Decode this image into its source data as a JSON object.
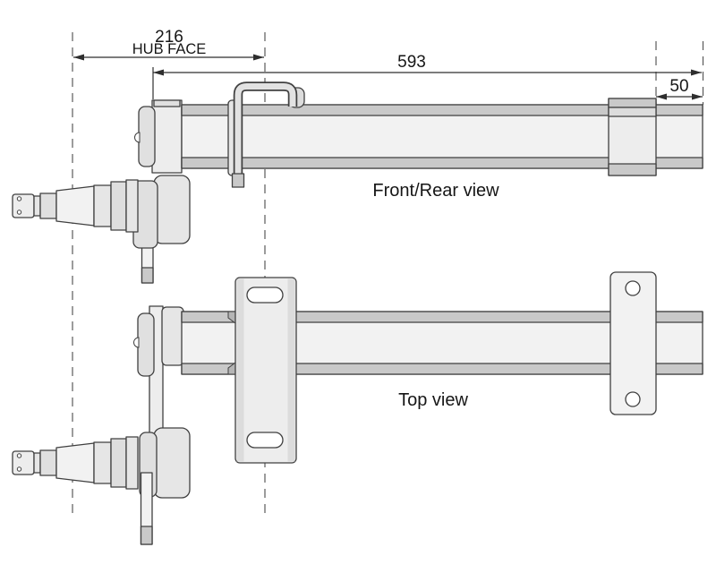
{
  "drawing": {
    "subject": "axle-assembly-technical-drawing",
    "views": {
      "front": {
        "label": "Front/Rear view"
      },
      "top": {
        "label": "Top view"
      }
    },
    "dimensions": {
      "hub_face": {
        "value": "216",
        "label": "HUB FACE"
      },
      "beam_length": {
        "value": "593"
      },
      "end_offset": {
        "value": "50"
      }
    },
    "colors": {
      "background": "#ffffff",
      "line": "#404040",
      "face": "#f2f2f2",
      "band": "#c9c9c9",
      "centerline": "#5a5a5a"
    }
  }
}
